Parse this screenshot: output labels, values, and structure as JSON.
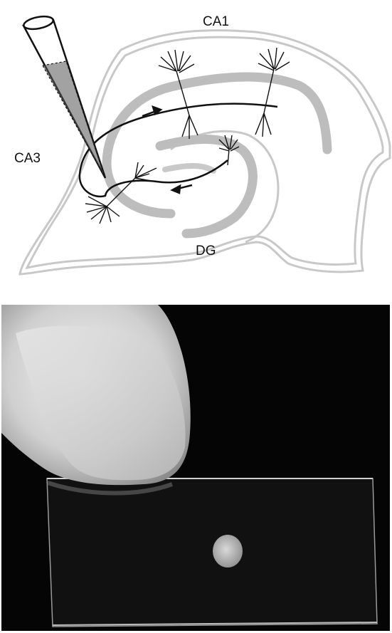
{
  "diagram": {
    "labels": {
      "ca1": "CA1",
      "ca3": "CA3",
      "dg": "DG"
    }
  },
  "photo": {
    "subjects": [
      "fingertip-icon",
      "glass-slide-icon",
      "tissue-slice-icon"
    ]
  }
}
